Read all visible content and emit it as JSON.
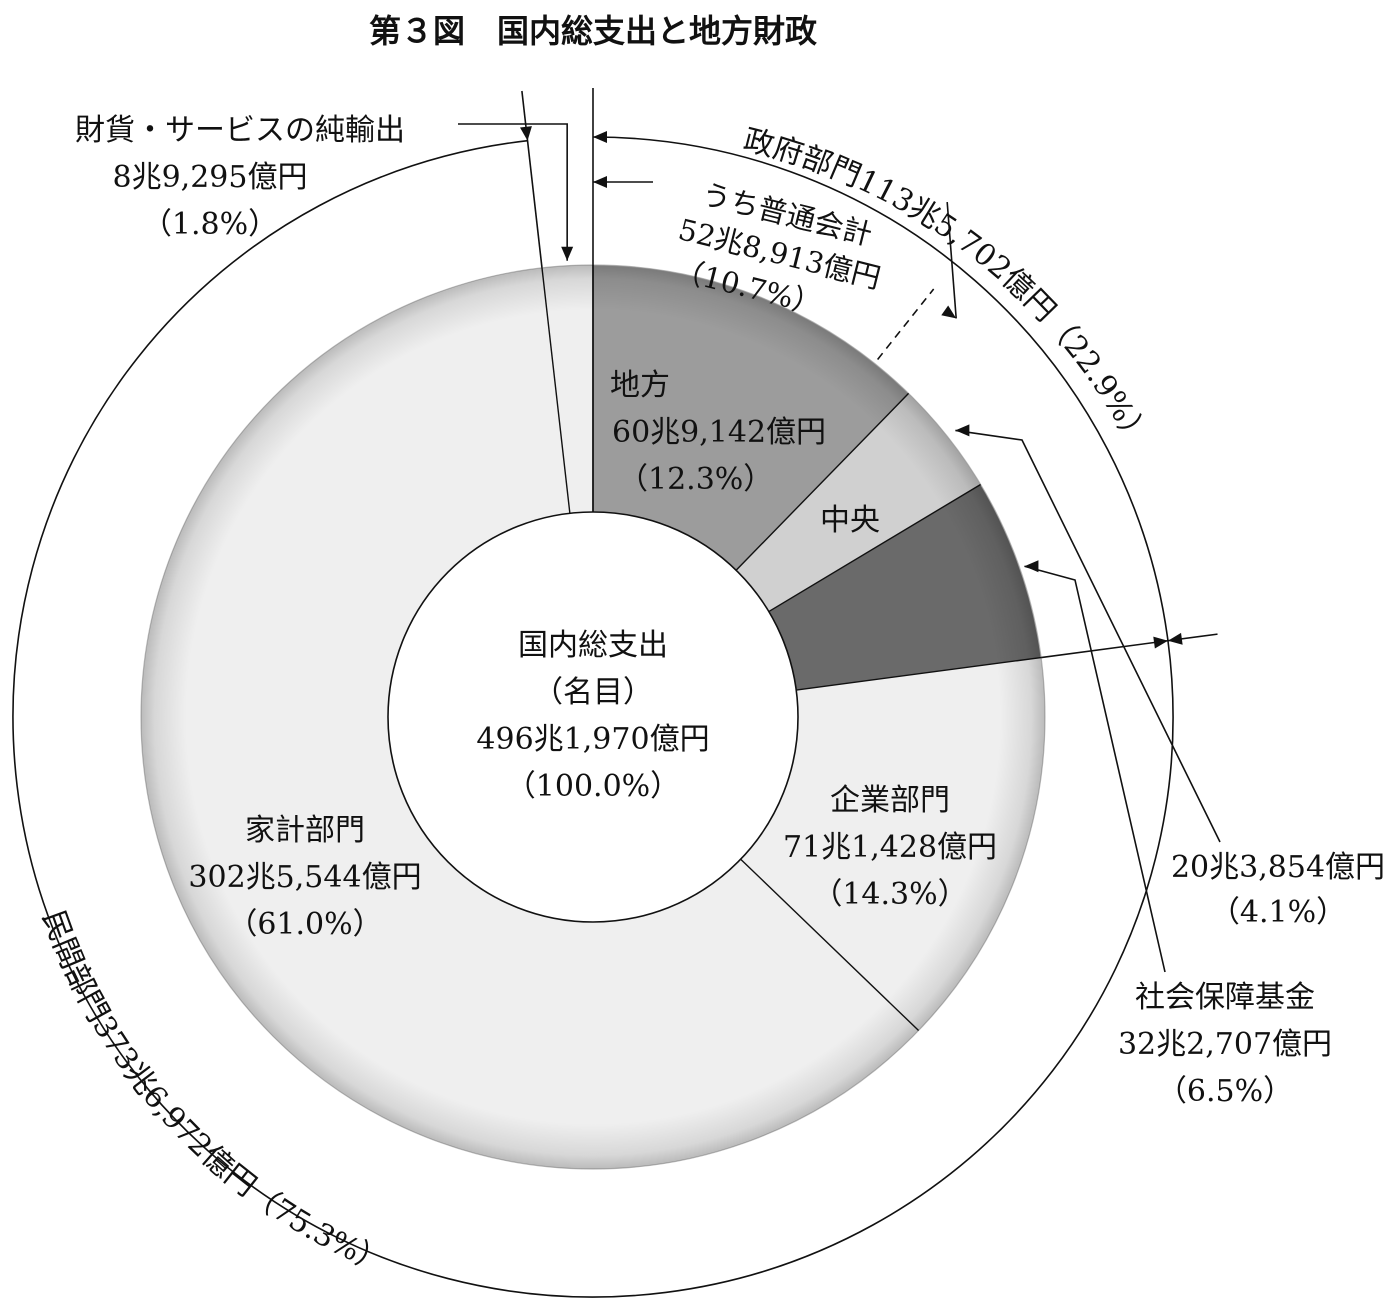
{
  "chart_data": {
    "type": "pie",
    "title": "第３図　国内総支出と地方財政",
    "center": {
      "label": "国内総支出",
      "sublabel": "（名目）",
      "value": "496兆1,970億円",
      "percent": "（100.0%）"
    },
    "segments": [
      {
        "key": "chiho",
        "name": "地方",
        "value_text": "60兆9,142億円",
        "percent_text": "（12.3%）",
        "percent": 12.3,
        "color": "#9c9c9c"
      },
      {
        "key": "chuo",
        "name": "中央",
        "value_text": "20兆3,854億円",
        "percent_text": "（4.1%）",
        "percent": 4.1,
        "color": "#d0d0d0"
      },
      {
        "key": "shakai",
        "name": "社会保障基金",
        "value_text": "32兆2,707億円",
        "percent_text": "（6.5%）",
        "percent": 6.5,
        "color": "#6a6a6a"
      },
      {
        "key": "kigyo",
        "name": "企業部門",
        "value_text": "71兆1,428億円",
        "percent_text": "（14.3%）",
        "percent": 14.3,
        "color": "#efefef"
      },
      {
        "key": "kakei",
        "name": "家計部門",
        "value_text": "302兆5,544億円",
        "percent_text": "（61.0%）",
        "percent": 61.0,
        "color": "#efefef"
      },
      {
        "key": "junyu",
        "name": "財貨・サービスの純輸出",
        "value_text": "8兆9,295億円",
        "percent_text": "（1.8%）",
        "percent": 1.8,
        "color": "#efefef"
      }
    ],
    "groups": {
      "government": {
        "label": "政府部門113兆5,702億円（22.9%）",
        "percent": 22.9
      },
      "general_account": {
        "label": "うち普通会計",
        "value": "52兆8,913億円",
        "percent_text": "（10.7%）",
        "percent": 10.7
      },
      "private": {
        "label": "民間部門373兆6,972億円（75.3%）",
        "percent": 75.3
      }
    }
  }
}
